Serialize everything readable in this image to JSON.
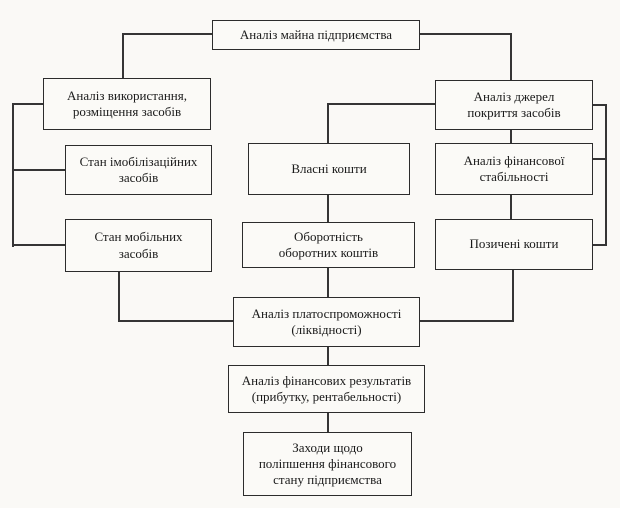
{
  "diagram_title": "Аналіз майна підприємства",
  "colors": {
    "background": "#faf9f6",
    "box_border": "#2c2c2c",
    "line": "#353535",
    "text": "#1a1a1a"
  },
  "nodes": [
    {
      "id": "root",
      "label": "Аналіз майна підприємства"
    },
    {
      "id": "usage-placement",
      "label": "Аналіз використання,\nрозміщення засобів"
    },
    {
      "id": "coverage-sources",
      "label": "Аналіз джерел\nпокриття засобів"
    },
    {
      "id": "immobilized-state",
      "label": "Стан імобілізаційних\nзасобів"
    },
    {
      "id": "own-funds",
      "label": "Власні кошти"
    },
    {
      "id": "financial-stability",
      "label": "Аналіз фінансової\nстабільності"
    },
    {
      "id": "mobile-state",
      "label": "Стан мобільних\nзасобів"
    },
    {
      "id": "turnover",
      "label": "Оборотність\nоборотних коштів"
    },
    {
      "id": "borrowed-funds",
      "label": "Позичені кошти"
    },
    {
      "id": "solvency",
      "label": "Аналіз платоспроможності\n(ліквідності)"
    },
    {
      "id": "financial-results",
      "label": "Аналіз фінансових результатів\n(прибутку, рентабельності)"
    },
    {
      "id": "improvement-measures",
      "label": "Заходи щодо\nполіпшення фінансового\nстану підприємства"
    }
  ]
}
